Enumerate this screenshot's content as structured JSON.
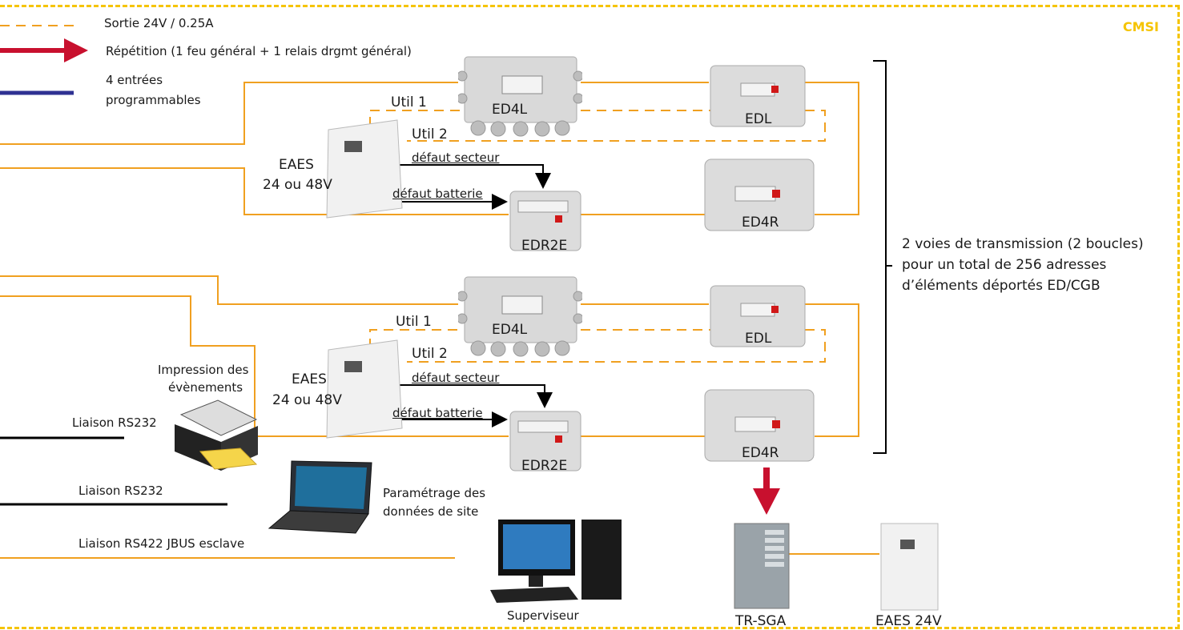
{
  "frame": {
    "label": "CMSI",
    "color": "#f5c400"
  },
  "legend": [
    {
      "style": "orange-dashed",
      "text": "Sortie 24V / 0.25A"
    },
    {
      "style": "red-arrow",
      "text": "Répétition (1 feu général + 1 relais drgmt général)"
    },
    {
      "style": "blue-line",
      "text_line1": "4 entrées",
      "text_line2": "programmables"
    }
  ],
  "loop1": {
    "ed4l": "ED4L",
    "edl": "EDL",
    "ed4r": "ED4R",
    "edr2e": "EDR2E",
    "eaes_line1": "EAES",
    "eaes_line2": "24 ou 48V",
    "util1": "Util 1",
    "util2": "Util 2",
    "defaut_secteur": "défaut secteur",
    "defaut_batterie": "défaut batterie"
  },
  "loop2": {
    "ed4l": "ED4L",
    "edl": "EDL",
    "ed4r": "ED4R",
    "edr2e": "EDR2E",
    "eaes_line1": "EAES",
    "eaes_line2": "24 ou 48V",
    "util1": "Util 1",
    "util2": "Util 2",
    "defaut_secteur": "défaut secteur",
    "defaut_batterie": "défaut batterie"
  },
  "bracket": {
    "line1": "2 voies de transmission (2 boucles)",
    "line2": "pour un total de 256 adresses",
    "line3": "d’éléments déportés ED/CGB"
  },
  "printer": {
    "line1": "Impression des",
    "line2": "évènements",
    "link": "Liaison RS232"
  },
  "laptop": {
    "line1": "Paramétrage des",
    "line2": "données de site",
    "link": "Liaison RS232"
  },
  "supervisor": {
    "label": "Superviseur",
    "link": "Liaison RS422 JBUS esclave"
  },
  "trsga": {
    "label": "TR-SGA"
  },
  "eaes24": {
    "label": "EAES 24V"
  },
  "colors": {
    "orange": "#f0a020",
    "red": "#c8102e",
    "blue": "#2e3192",
    "yellow": "#f5c400",
    "black": "#000000"
  }
}
